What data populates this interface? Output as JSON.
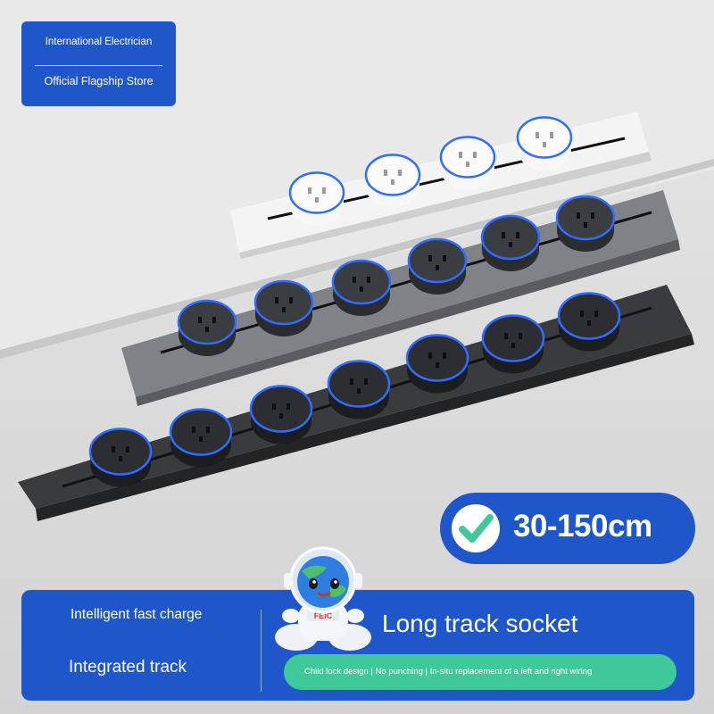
{
  "store_badge": {
    "line1": "International Electrician",
    "line2": "Official Flagship Store"
  },
  "length_badge": {
    "icon": "check-icon",
    "text": "30-150cm"
  },
  "banner": {
    "feature_1": "Intelligent fast charge",
    "feature_2": "Integrated track",
    "title": "Long track socket",
    "pill_text": "Child lock design | No punching | In-situ replacement of a left and right wiring"
  },
  "mascot_label": "FEiC",
  "colors": {
    "brand_blue": "#1f56c9",
    "pill_green": "#3fc89a",
    "background": "#dcdcdc",
    "led_ring": "#2f6cff"
  }
}
